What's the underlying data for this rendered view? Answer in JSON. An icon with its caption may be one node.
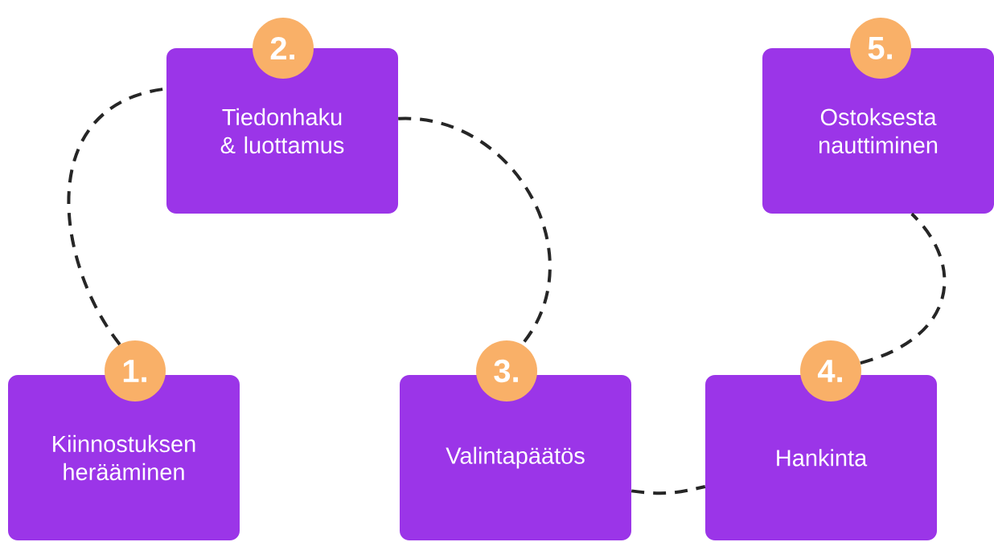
{
  "diagram": {
    "nodes": [
      {
        "text": [
          "Kiinnostuksen herääminen"
        ]
      },
      {
        "text": [
          "1."
        ]
      },
      {
        "text": [
          "Tiedonhaku & luottamus"
        ]
      },
      {
        "text": [
          "2."
        ]
      },
      {
        "text": [
          "Valintapäätös"
        ]
      },
      {
        "text": [
          "3."
        ]
      },
      {
        "text": [
          "Hankinta"
        ]
      },
      {
        "text": [
          "4."
        ]
      },
      {
        "text": [
          "Ostoksesta nauttiminen"
        ]
      },
      {
        "text": [
          "5."
        ]
      }
    ],
    "edges": [
      {
        "from": 1,
        "to": 2,
        "arrow": "none",
        "style": "dashed"
      },
      {
        "from": 2,
        "to": 5,
        "arrow": "none",
        "style": "dashed"
      },
      {
        "from": 4,
        "to": 6,
        "arrow": "none",
        "style": "dashed"
      },
      {
        "from": 7,
        "to": 8,
        "arrow": "none",
        "style": "dashed"
      }
    ]
  }
}
